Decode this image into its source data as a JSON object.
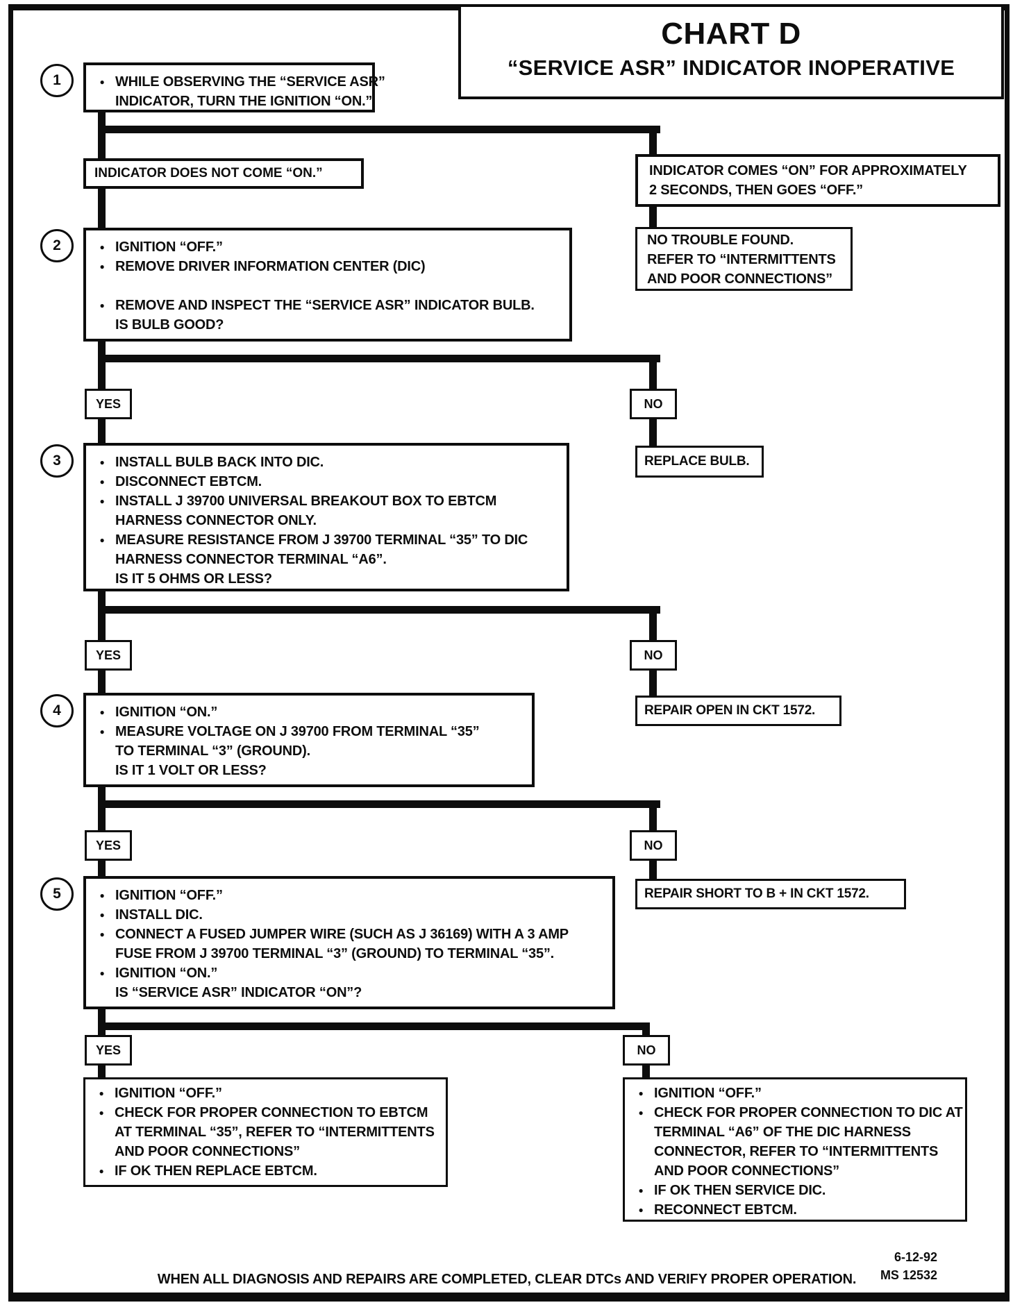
{
  "title": {
    "line1": "CHART D",
    "line2": "“SERVICE ASR” INDICATOR INOPERATIVE"
  },
  "labels": {
    "yes": "YES",
    "no": "NO"
  },
  "step1": {
    "num": "1",
    "items": [
      {
        "b": 1,
        "t": "WHILE OBSERVING THE “SERVICE ASR”"
      },
      {
        "b": 0,
        "t": "INDICATOR, TURN THE IGNITION “ON.”"
      }
    ]
  },
  "branch_left": {
    "text": "INDICATOR DOES NOT COME “ON.”"
  },
  "branch_right": {
    "items": [
      {
        "b": 0,
        "t": "INDICATOR COMES “ON” FOR APPROXIMATELY"
      },
      {
        "b": 0,
        "t": "2 SECONDS, THEN GOES “OFF.”"
      }
    ]
  },
  "no_trouble": {
    "items": [
      {
        "b": 0,
        "t": "NO TROUBLE FOUND."
      },
      {
        "b": 0,
        "t": "REFER TO “INTERMITTENTS"
      },
      {
        "b": 0,
        "t": "AND POOR CONNECTIONS”"
      }
    ]
  },
  "step2": {
    "num": "2",
    "items": [
      {
        "b": 1,
        "t": "IGNITION “OFF.”"
      },
      {
        "b": 1,
        "t": "REMOVE DRIVER INFORMATION CENTER (DIC)"
      },
      {
        "b": 0,
        "t": ""
      },
      {
        "b": 1,
        "t": "REMOVE AND INSPECT THE “SERVICE ASR” INDICATOR BULB."
      },
      {
        "b": 0,
        "t": "IS BULB GOOD?"
      }
    ]
  },
  "replace_bulb": {
    "text": "REPLACE BULB."
  },
  "step3": {
    "num": "3",
    "items": [
      {
        "b": 1,
        "t": "INSTALL BULB BACK INTO DIC."
      },
      {
        "b": 1,
        "t": "DISCONNECT EBTCM."
      },
      {
        "b": 1,
        "t": "INSTALL J 39700 UNIVERSAL BREAKOUT BOX TO EBTCM"
      },
      {
        "b": 0,
        "t": "HARNESS CONNECTOR ONLY."
      },
      {
        "b": 1,
        "t": "MEASURE RESISTANCE FROM J 39700 TERMINAL “35” TO DIC"
      },
      {
        "b": 0,
        "t": "HARNESS CONNECTOR TERMINAL “A6”."
      },
      {
        "b": 0,
        "t": "IS IT 5 OHMS OR LESS?"
      }
    ]
  },
  "repair_open": {
    "text": "REPAIR OPEN IN CKT 1572."
  },
  "step4": {
    "num": "4",
    "items": [
      {
        "b": 1,
        "t": "IGNITION “ON.”"
      },
      {
        "b": 1,
        "t": "MEASURE VOLTAGE ON J 39700 FROM TERMINAL “35”"
      },
      {
        "b": 0,
        "t": "TO TERMINAL “3” (GROUND)."
      },
      {
        "b": 0,
        "t": "IS IT 1 VOLT OR LESS?"
      }
    ]
  },
  "repair_short": {
    "text": "REPAIR SHORT TO B +  IN CKT 1572."
  },
  "step5": {
    "num": "5",
    "items": [
      {
        "b": 1,
        "t": "IGNITION “OFF.”"
      },
      {
        "b": 1,
        "t": "INSTALL DIC."
      },
      {
        "b": 1,
        "t": "CONNECT A  FUSED JUMPER WIRE (SUCH AS J 36169) WITH A 3 AMP"
      },
      {
        "b": 0,
        "t": "FUSE FROM J 39700 TERMINAL “3” (GROUND) TO TERMINAL “35”."
      },
      {
        "b": 1,
        "t": "IGNITION “ON.”"
      },
      {
        "b": 0,
        "t": "IS “SERVICE ASR” INDICATOR “ON”?"
      }
    ]
  },
  "outcome_yes": {
    "items": [
      {
        "b": 1,
        "t": "IGNITION “OFF.”"
      },
      {
        "b": 1,
        "t": "CHECK FOR PROPER CONNECTION TO EBTCM"
      },
      {
        "b": 0,
        "t": "AT TERMINAL “35”, REFER TO “INTERMITTENTS"
      },
      {
        "b": 0,
        "t": "AND POOR CONNECTIONS”"
      },
      {
        "b": 1,
        "t": "IF OK THEN REPLACE EBTCM."
      }
    ]
  },
  "outcome_no": {
    "items": [
      {
        "b": 1,
        "t": "IGNITION “OFF.”"
      },
      {
        "b": 1,
        "t": "CHECK FOR PROPER CONNECTION TO DIC AT"
      },
      {
        "b": 0,
        "t": "TERMINAL “A6” OF THE DIC HARNESS"
      },
      {
        "b": 0,
        "t": "CONNECTOR,  REFER TO “INTERMITTENTS"
      },
      {
        "b": 0,
        "t": "AND POOR CONNECTIONS”"
      },
      {
        "b": 1,
        "t": "IF OK THEN SERVICE DIC."
      },
      {
        "b": 1,
        "t": "RECONNECT EBTCM."
      }
    ]
  },
  "footer": {
    "note": "WHEN ALL DIAGNOSIS AND REPAIRS ARE COMPLETED, CLEAR DTCs AND VERIFY PROPER OPERATION.",
    "date": "6-12-92",
    "doc": "MS 12532"
  }
}
